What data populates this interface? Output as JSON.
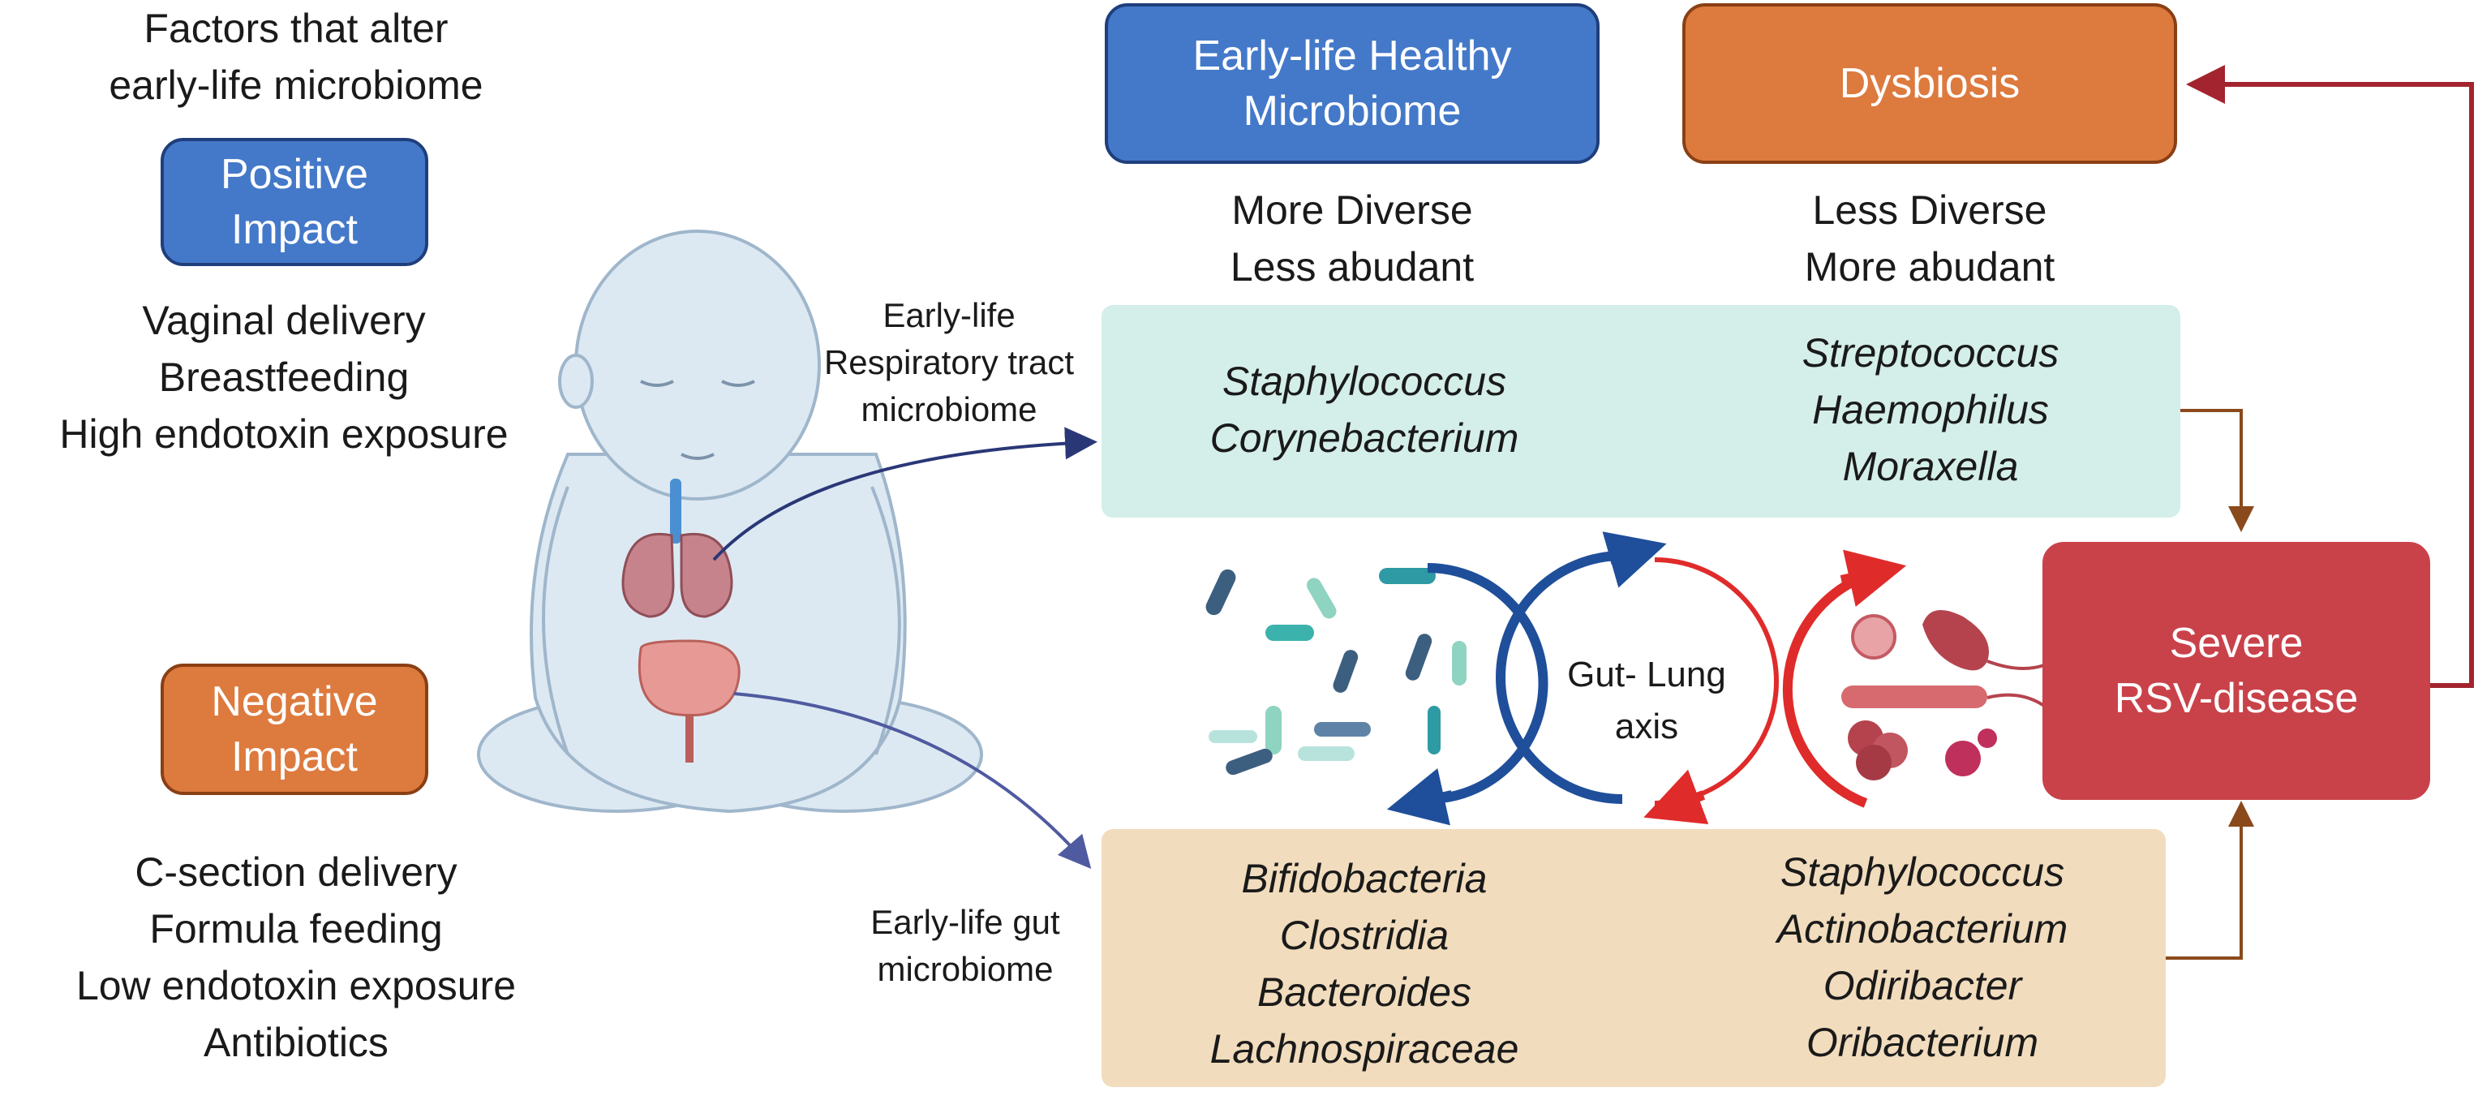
{
  "left_panel": {
    "heading": [
      "Factors that alter",
      "early-life microbiome"
    ],
    "positive_label": [
      "Positive",
      "Impact"
    ],
    "positive_items": [
      "Vaginal delivery",
      "Breastfeeding",
      "High endotoxin exposure"
    ],
    "negative_label": [
      "Negative",
      "Impact"
    ],
    "negative_items": [
      "C-section delivery",
      "Formula feeding",
      "Low endotoxin exposure",
      "Antibiotics"
    ]
  },
  "middle_labels": {
    "respiratory": [
      "Early-life",
      "Respiratory tract",
      "microbiome"
    ],
    "gut": [
      "Early-life gut",
      "microbiome"
    ]
  },
  "healthy": {
    "title": [
      "Early-life Healthy",
      "Microbiome"
    ],
    "desc": [
      "More Diverse",
      "Less abudant"
    ],
    "respiratory_taxa": [
      "Staphylococcus",
      "Corynebacterium"
    ],
    "gut_taxa": [
      "Bifidobacteria",
      "Clostridia",
      "Bacteroides",
      "Lachnospiraceae"
    ]
  },
  "dysbiosis": {
    "title": "Dysbiosis",
    "desc": [
      "Less Diverse",
      "More abudant"
    ],
    "respiratory_taxa": [
      "Streptococcus",
      "Haemophilus",
      "Moraxella"
    ],
    "gut_taxa": [
      "Staphylococcus",
      "Actinobacterium",
      "Odiribacter",
      "Oribacterium"
    ]
  },
  "axis_label": [
    "Gut- Lung",
    "axis"
  ],
  "outcome": [
    "Severe",
    "RSV-disease"
  ],
  "colors": {
    "blue_box": "#4479c9",
    "orange_box": "#dd7a3e",
    "red_box": "#c9424a",
    "teal_panel": "#d4eee9",
    "tan_panel": "#f1dcbd",
    "cycle_blue": "#1f4f9a",
    "cycle_red": "#e02b2b",
    "flow_brown": "#8a4a1c",
    "flow_red": "#a3242e",
    "pointer_navy": "#2a3777"
  }
}
